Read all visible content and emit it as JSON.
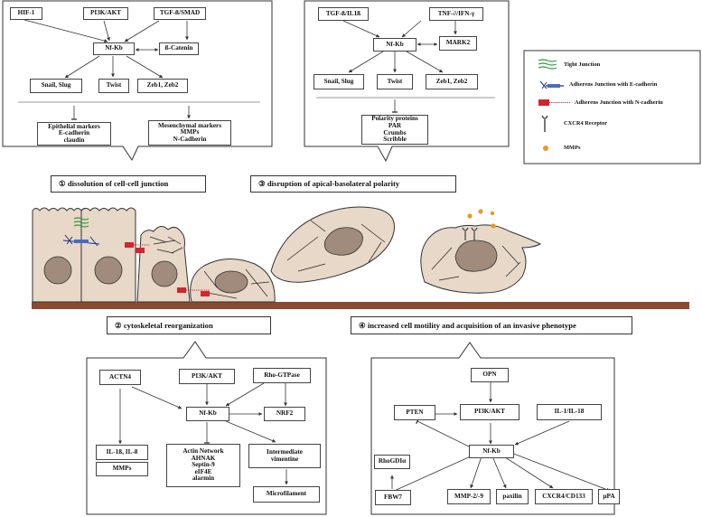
{
  "panel1": {
    "inputs": [
      "HIF-1",
      "PI3K/AKT",
      "TGF-ß/SMAD"
    ],
    "hub": "Nf-Kb",
    "partner": "ß-Catenin",
    "tfs": [
      "Snail, Slug",
      "Twist",
      "Zeb1, Zeb2"
    ],
    "epithelial": [
      "Epithelial markers",
      "E-cadherin",
      "claudin"
    ],
    "mesenchymal": [
      "Mesenchymal markers",
      "MMPs",
      "N-Cadherin"
    ]
  },
  "panel3": {
    "inputs": [
      "TGF-ß/IL1ß",
      "TNF-∂/IFN-γ"
    ],
    "hub": "Nf-Kb",
    "partner": "MARK2",
    "tfs": [
      "Snail, Slug",
      "Twist",
      "Zeb1, Zeb2"
    ],
    "polarity": [
      "Polarity proteins",
      "PAR",
      "Crumbs",
      "Scribble"
    ]
  },
  "legend": {
    "items": [
      "Tight Junction",
      "Adherens Junction with E-cadherin",
      "Adherens Junction with N-cadherin",
      "CXCR4 Receptor",
      "MMPs"
    ],
    "colors": {
      "tight": "#2e9a3e",
      "ecad": "#1d2f8c",
      "ncad": "#d0262f",
      "cxcr4": "#555555",
      "mmp": "#e89a22"
    }
  },
  "headers": {
    "h1": "① dissolution of cell-cell junction",
    "h2": "② cytoskeletal reorganization",
    "h3": "③ disruption of apical-basolateral polarity",
    "h4": "④ increased cell motility and acquisition of an invasive phenotype"
  },
  "panel2": {
    "actn4": "ACTN4",
    "pi3k": "PI3K/AKT",
    "rho": "Rho-GTPase",
    "hub": "Nf-Kb",
    "nrf2": "NRF2",
    "il": "IL-1ß, IL-8",
    "mmps": "MMPs",
    "actin": [
      "Actin Network",
      "AHNAK",
      "Septin-9",
      "eIF4E",
      "alarmin"
    ],
    "intermediate": [
      "Intermediate",
      "vimentine"
    ],
    "micro": "Microfilament"
  },
  "panel4": {
    "opn": "OPN",
    "pten": "PTEN",
    "pi3k": "PI3K/AKT",
    "il": "IL-1/IL-18",
    "hub": "Nf-Kb",
    "rhogdi": "RhoGDIα",
    "fbw7": "FBW7",
    "mmp": "MMP-2/-9",
    "paxilin": "paxilin",
    "cxcr4": "CXCR4/CD133",
    "upa": "µPA"
  },
  "colors": {
    "cell": "#e8d8c8",
    "nucleus": "#a08b7c",
    "ground": "#8b4a32",
    "filament": "#222222"
  }
}
